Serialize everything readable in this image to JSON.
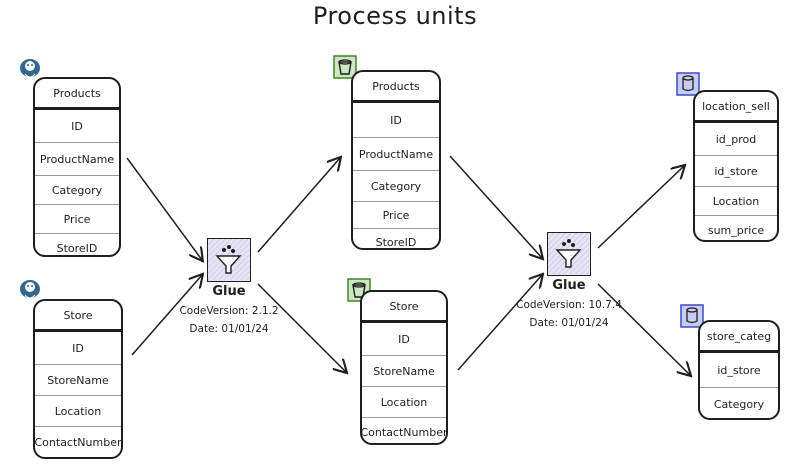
{
  "title": "Process units",
  "sources": {
    "products": {
      "name": "Products",
      "fields": [
        "ID",
        "ProductName",
        "Category",
        "Price",
        "StoreID"
      ],
      "icon": "postgresql-icon"
    },
    "store": {
      "name": "Store",
      "fields": [
        "ID",
        "StoreName",
        "Location",
        "ContactNumber"
      ],
      "icon": "postgresql-icon"
    }
  },
  "glue1": {
    "label": "Glue",
    "code_version": "CodeVersion: 2.1.2",
    "date": "Date: 01/01/24",
    "icon": "glue-funnel-icon"
  },
  "staging": {
    "products": {
      "name": "Products",
      "fields": [
        "ID",
        "ProductName",
        "Category",
        "Price",
        "StoreID"
      ],
      "icon": "s3-bucket-icon"
    },
    "store": {
      "name": "Store",
      "fields": [
        "ID",
        "StoreName",
        "Location",
        "ContactNumber"
      ],
      "icon": "s3-bucket-icon"
    }
  },
  "glue2": {
    "label": "Glue",
    "code_version": "CodeVersion: 10.7.4",
    "date": "Date: 01/01/24",
    "icon": "glue-funnel-icon"
  },
  "outputs": {
    "location_sell": {
      "name": "location_sell",
      "fields": [
        "id_prod",
        "id_store",
        "Location",
        "sum_price"
      ],
      "icon": "database-icon"
    },
    "store_categ": {
      "name": "store_categ",
      "fields": [
        "id_store",
        "Category"
      ],
      "icon": "database-icon"
    }
  },
  "colors": {
    "stroke": "#1e1e1e",
    "glue_fill": "#e7e4f4",
    "glue_accent": "#7b3fc4",
    "s3_green": "#3f8624",
    "db_blue": "#3b48cc",
    "pg_blue": "#336791"
  }
}
